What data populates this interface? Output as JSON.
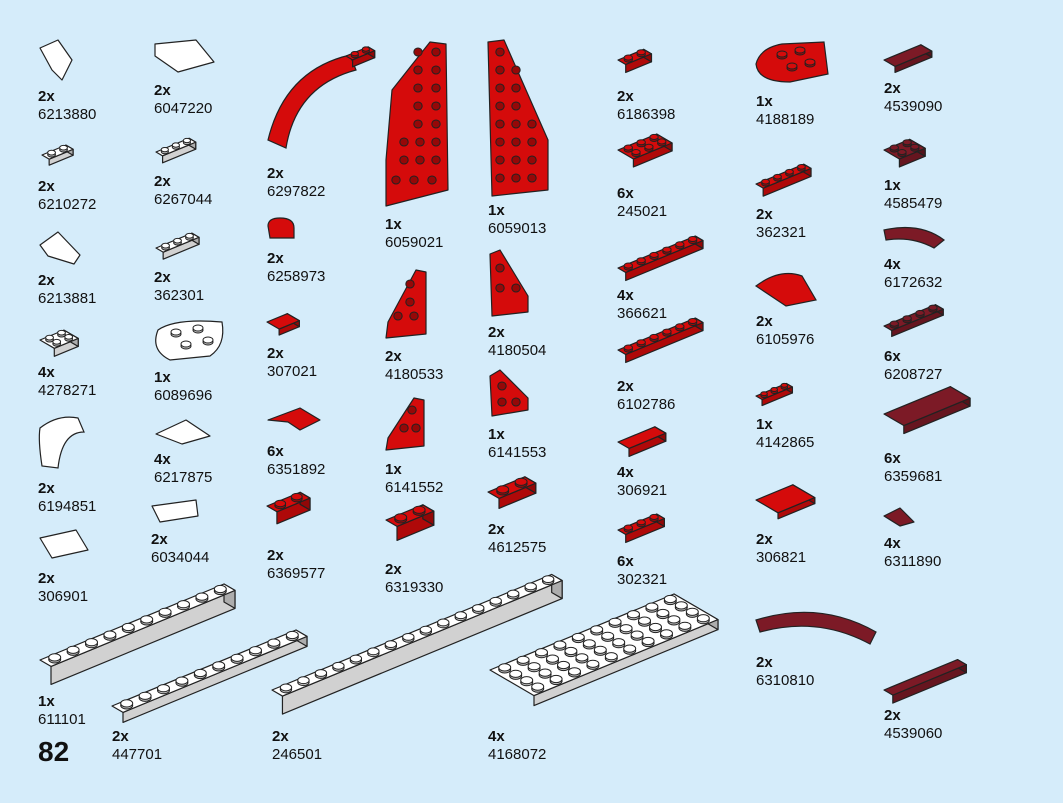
{
  "page_number": "82",
  "parts": [
    {
      "qty": "2x",
      "id": "6213880"
    },
    {
      "qty": "2x",
      "id": "6210272"
    },
    {
      "qty": "2x",
      "id": "6213881"
    },
    {
      "qty": "4x",
      "id": "4278271"
    },
    {
      "qty": "2x",
      "id": "6194851"
    },
    {
      "qty": "2x",
      "id": "306901"
    },
    {
      "qty": "2x",
      "id": "6047220"
    },
    {
      "qty": "2x",
      "id": "6267044"
    },
    {
      "qty": "2x",
      "id": "362301"
    },
    {
      "qty": "1x",
      "id": "6089696"
    },
    {
      "qty": "4x",
      "id": "6217875"
    },
    {
      "qty": "2x",
      "id": "6034044"
    },
    {
      "qty": "2x",
      "id": "6297822"
    },
    {
      "qty": "2x",
      "id": "6258973"
    },
    {
      "qty": "2x",
      "id": "307021"
    },
    {
      "qty": "6x",
      "id": "6351892"
    },
    {
      "qty": "2x",
      "id": "6369577"
    },
    {
      "qty": "1x",
      "id": "6059021"
    },
    {
      "qty": "2x",
      "id": "4180533"
    },
    {
      "qty": "1x",
      "id": "6141552"
    },
    {
      "qty": "2x",
      "id": "6319330"
    },
    {
      "qty": "1x",
      "id": "6059013"
    },
    {
      "qty": "2x",
      "id": "4180504"
    },
    {
      "qty": "1x",
      "id": "6141553"
    },
    {
      "qty": "2x",
      "id": "4612575"
    },
    {
      "qty": "2x",
      "id": "6186398"
    },
    {
      "qty": "6x",
      "id": "245021"
    },
    {
      "qty": "4x",
      "id": "366621"
    },
    {
      "qty": "2x",
      "id": "6102786"
    },
    {
      "qty": "4x",
      "id": "306921"
    },
    {
      "qty": "6x",
      "id": "302321"
    },
    {
      "qty": "1x",
      "id": "4188189"
    },
    {
      "qty": "2x",
      "id": "362321"
    },
    {
      "qty": "2x",
      "id": "6105976"
    },
    {
      "qty": "1x",
      "id": "4142865"
    },
    {
      "qty": "2x",
      "id": "306821"
    },
    {
      "qty": "2x",
      "id": "6310810"
    },
    {
      "qty": "2x",
      "id": "4539090"
    },
    {
      "qty": "1x",
      "id": "4585479"
    },
    {
      "qty": "4x",
      "id": "6172632"
    },
    {
      "qty": "6x",
      "id": "6208727"
    },
    {
      "qty": "6x",
      "id": "6359681"
    },
    {
      "qty": "4x",
      "id": "6311890"
    },
    {
      "qty": "2x",
      "id": "4539060"
    },
    {
      "qty": "1x",
      "id": "611101"
    },
    {
      "qty": "2x",
      "id": "447701"
    },
    {
      "qty": "2x",
      "id": "246501"
    },
    {
      "qty": "4x",
      "id": "4168072"
    }
  ],
  "colors": {
    "background": "#d5ecfa",
    "white_brick": "#ffffff",
    "red_brick": "#d50b0b",
    "dark_red_brick": "#7c1a26"
  }
}
